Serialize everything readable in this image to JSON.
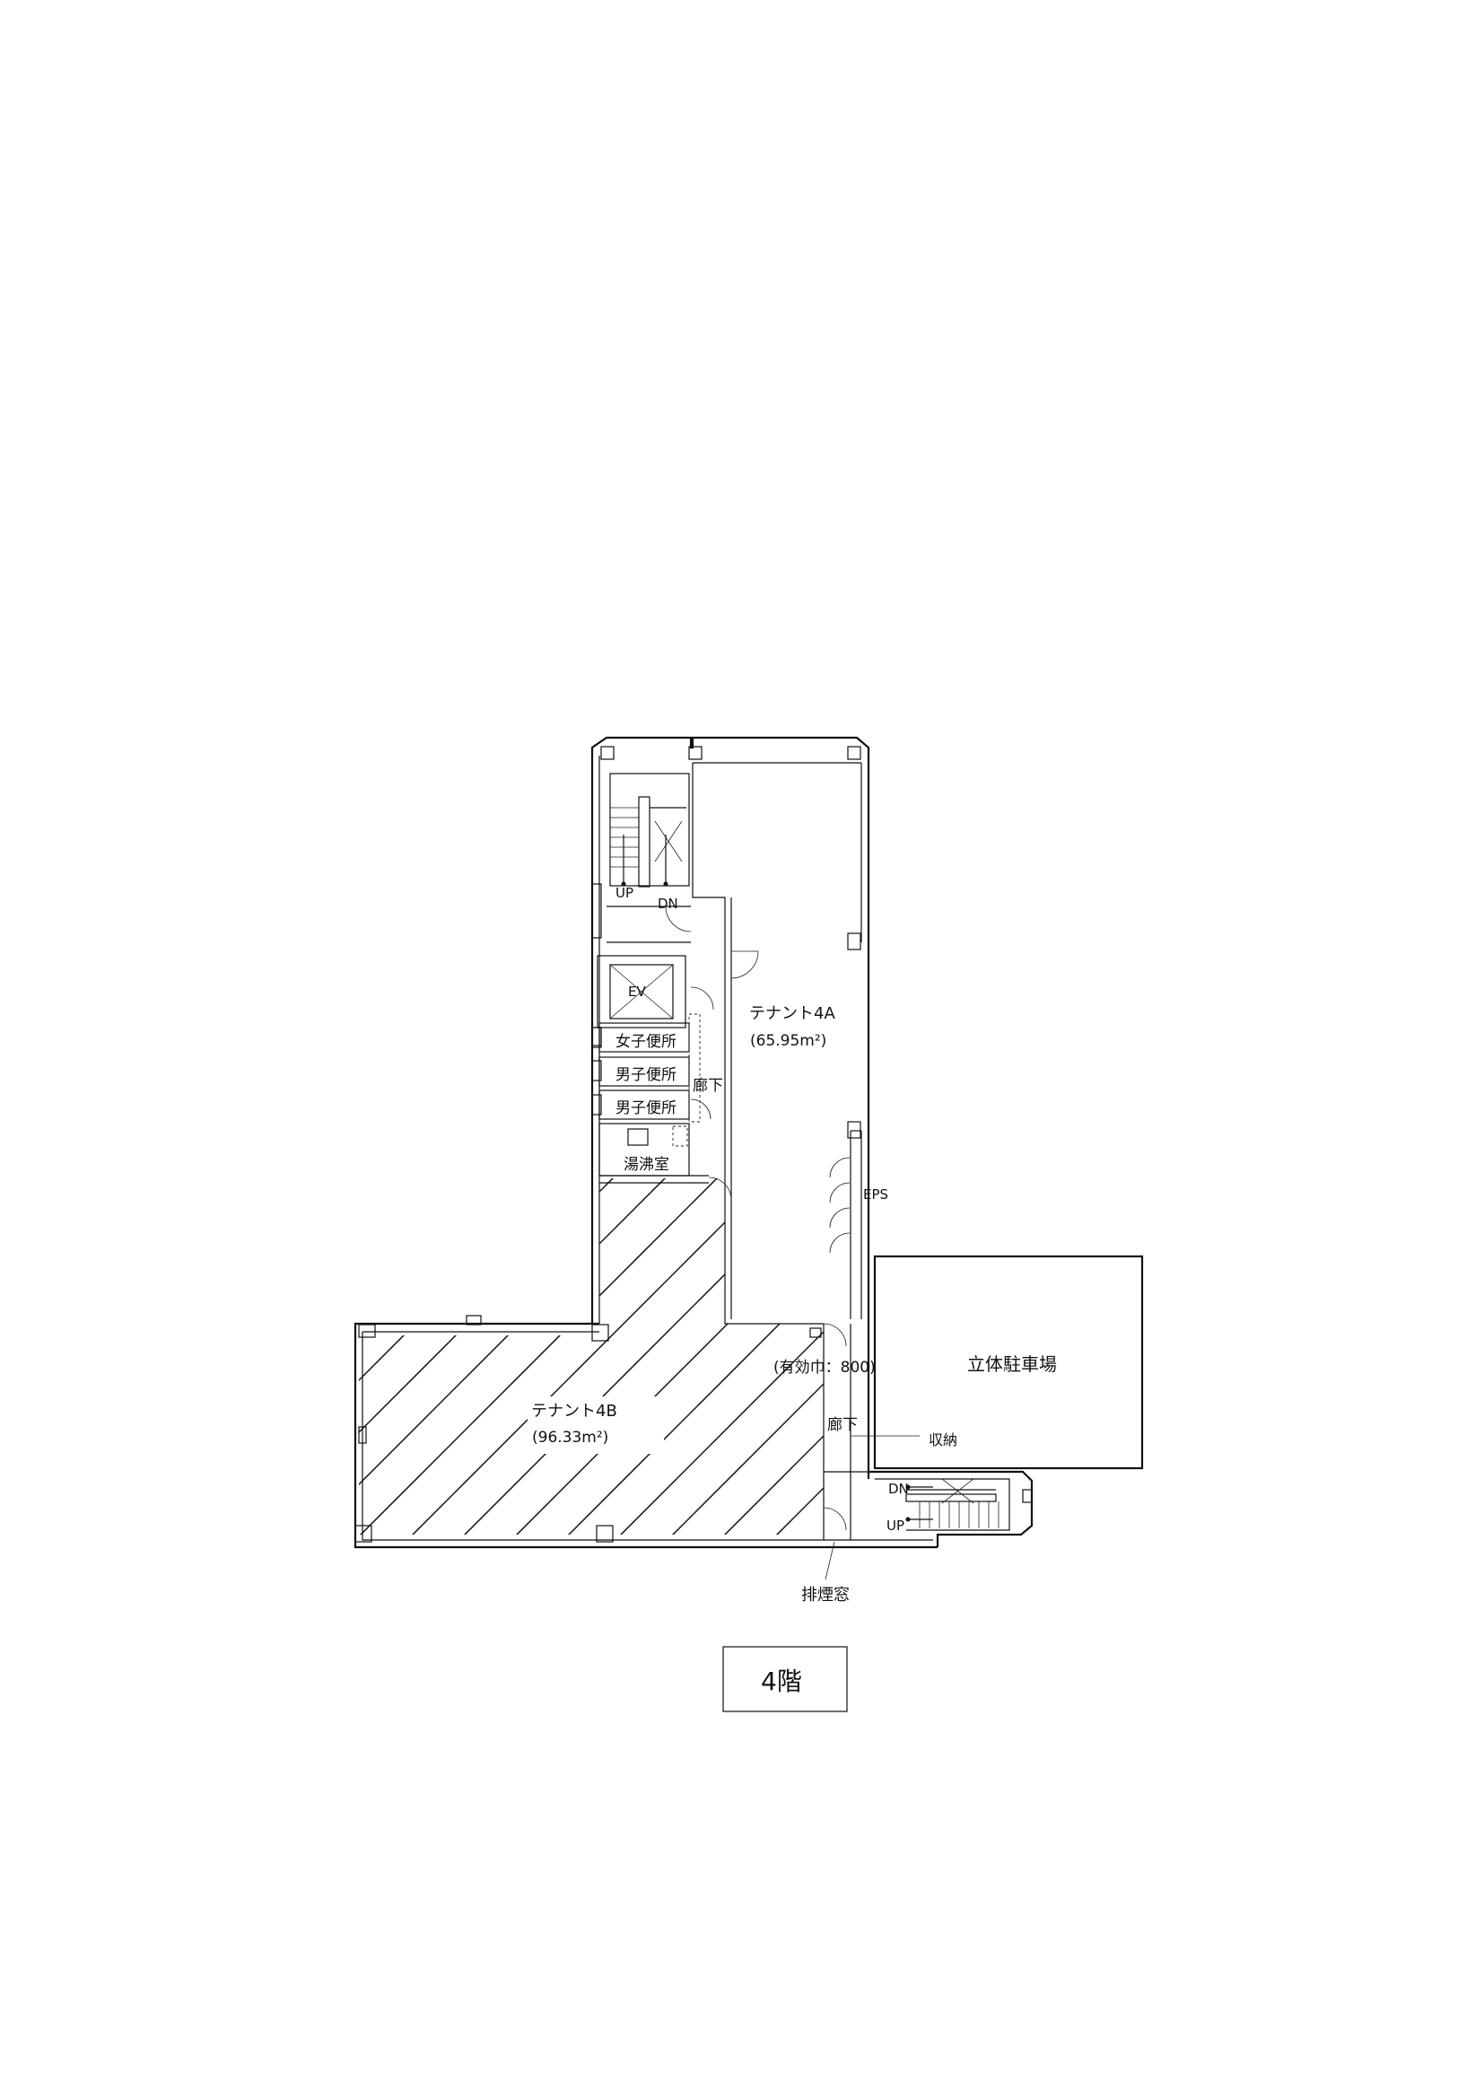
{
  "floor_label": "4階",
  "rooms": {
    "tenant_4a": {
      "name": "テナント4A",
      "area": "(65.95m²)"
    },
    "tenant_4b": {
      "name": "テナント4B",
      "area": "(96.33m²)"
    },
    "parking": "立体駐車場",
    "elevator": "EV",
    "womens_toilet": "女子便所",
    "mens_toilet_1": "男子便所",
    "mens_toilet_2": "男子便所",
    "kitchenette": "湯沸室",
    "corridor_upper": "廊下",
    "corridor_lower": "廊下",
    "eps": "EPS",
    "storage": "収納",
    "smoke_vent": "排煙窓",
    "effective_width": "(有効巾：800)"
  },
  "stairs": {
    "north_up": "UP",
    "north_dn": "DN",
    "south_dn": "DN",
    "south_up": "UP"
  }
}
